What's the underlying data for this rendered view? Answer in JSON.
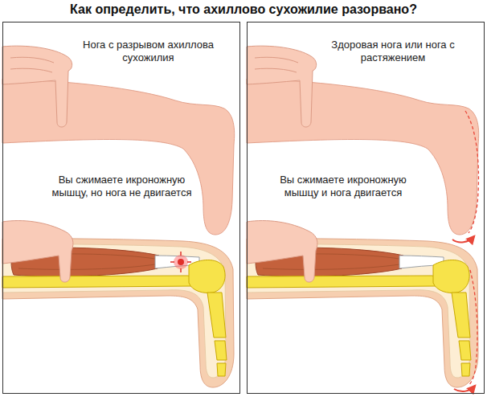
{
  "diagram": {
    "title": "Как определить, что ахиллово сухожилие разорвано?",
    "nodes": [
      {
        "text": [
          "Нога с разрывом ахиллова сухожилия",
          "Вы сжимаете икроножную мышцу, но нога не двигается"
        ]
      },
      {
        "text": [
          "Здоровая нога или нога с растяжением",
          "Вы сжимаете икроножную мышцу и нога двигается"
        ]
      }
    ]
  }
}
